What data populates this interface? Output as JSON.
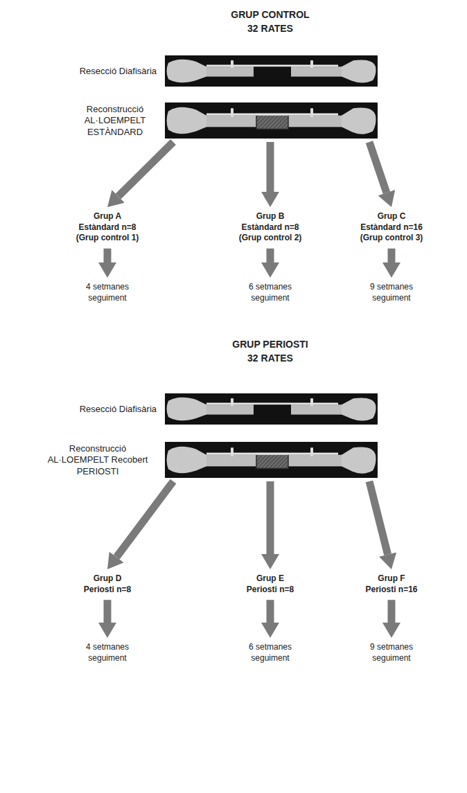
{
  "diagram": {
    "nodes": [
      {
        "text": [
          "Resecció Diafisària"
        ]
      },
      {
        "text": [
          "Reconstrucció AL·LOEMPELT ESTÀNDARD"
        ]
      },
      {
        "text": [
          "Grup A",
          "Estàndard n=8",
          "(Grup control 1)"
        ]
      },
      {
        "text": [
          "Grup B",
          "Estàndard n=8",
          "(Grup control 2)"
        ]
      },
      {
        "text": [
          "Grup C",
          "Estàndard n=16",
          "(Grup control 3)"
        ]
      },
      {
        "text": [
          "4 setmanes seguiment"
        ]
      },
      {
        "text": [
          "6 setmanes seguiment"
        ]
      },
      {
        "text": [
          "9 setmanes seguiment"
        ]
      },
      {
        "text": [
          "Resecció Diafisària"
        ]
      },
      {
        "text": [
          "Reconstrucció AL·LOEMPELT Recobert PERIOSTI"
        ]
      },
      {
        "text": [
          "Grup D",
          "Periosti n=8"
        ]
      },
      {
        "text": [
          "Grup E",
          "Periosti n=8"
        ]
      },
      {
        "text": [
          "Grup F",
          "Periosti n=16"
        ]
      },
      {
        "text": [
          "4 setmanes seguiment"
        ]
      },
      {
        "text": [
          "6 setmanes seguiment"
        ]
      },
      {
        "text": [
          "9 setmanes seguiment"
        ]
      }
    ],
    "edges": [
      {
        "from": 1,
        "to": 2,
        "arrow": "to"
      },
      {
        "from": 1,
        "to": 3,
        "arrow": "to"
      },
      {
        "from": 1,
        "to": 4,
        "arrow": "to"
      },
      {
        "from": 2,
        "to": 5,
        "arrow": "to"
      },
      {
        "from": 3,
        "to": 6,
        "arrow": "to"
      },
      {
        "from": 4,
        "to": 7,
        "arrow": "to"
      },
      {
        "from": 9,
        "to": 10,
        "arrow": "to"
      },
      {
        "from": 9,
        "to": 11,
        "arrow": "to"
      },
      {
        "from": 9,
        "to": 12,
        "arrow": "to"
      },
      {
        "from": 10,
        "to": 13,
        "arrow": "to"
      },
      {
        "from": 11,
        "to": 14,
        "arrow": "to"
      },
      {
        "from": 12,
        "to": 15,
        "arrow": "to"
      }
    ],
    "labels": [
      "GRUP CONTROL",
      "32 RATES",
      "GRUP PERIOSTI",
      "32 RATES"
    ]
  }
}
